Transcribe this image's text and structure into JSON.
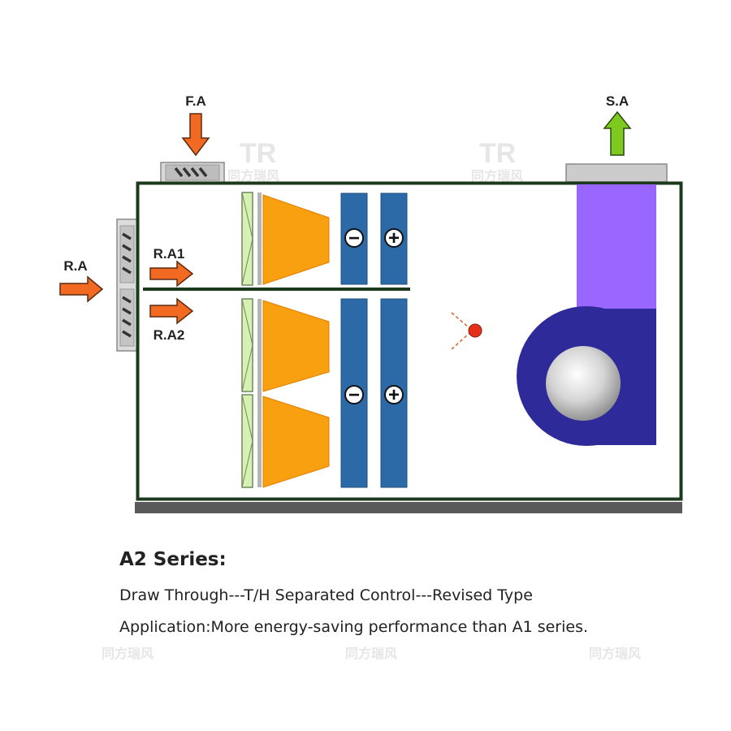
{
  "labels": {
    "fresh_air": "F.A",
    "supply_air": "S.A",
    "return_air": "R.A",
    "return_air_1": "R.A1",
    "return_air_2": "R.A2"
  },
  "watermark": {
    "mark": "TR",
    "text": "同方瑞风"
  },
  "caption": {
    "title": "A2 Series:",
    "line1": "Draw Through---T/H Separated Control---Revised Type",
    "line2": "Application:More energy-saving performance than A1 series."
  },
  "coils": {
    "cooling_symbol": "−",
    "heating_symbol": "+"
  },
  "colors": {
    "casing": "#1b3a1b",
    "arrow": "#f26a21",
    "supply_arrow": "#7dc91f",
    "filter": "#d7f0b4",
    "fan_section": "#f9a010",
    "coil": "#2b6aa7",
    "duct": "#9966ff",
    "fan": "#2e2a9a",
    "fan_core": "#cccccc",
    "sensor": "#e52f18"
  }
}
